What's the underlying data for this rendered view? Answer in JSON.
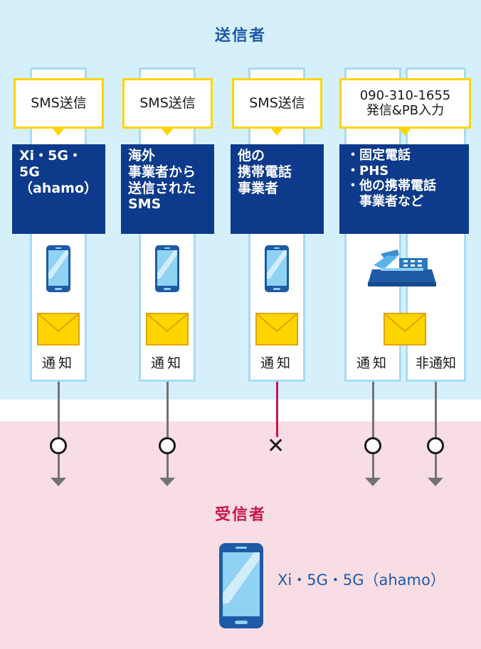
{
  "sender": {
    "title": "送信者"
  },
  "receiver": {
    "title": "受信者",
    "label": "Xi・5G・5G（ahamo）"
  },
  "columns": [
    {
      "sms": "SMS送信",
      "carrier": "Xi・5G・\n5G\n（ahamo）",
      "notify": "通知",
      "result": "ok"
    },
    {
      "sms": "SMS送信",
      "carrier": "海外\n事業者から\n送信された\nSMS",
      "notify": "通知",
      "result": "ok"
    },
    {
      "sms": "SMS送信",
      "carrier": "他の\n携帯電話\n事業者",
      "notify": "通知",
      "result": "ng"
    },
    {
      "sms": "090-310-1655\n発信&PB入力",
      "carrier": "・固定電話\n・PHS\n・他の携帯電話\n　事業者など",
      "notify": "通知",
      "notify2": "非通知",
      "result": "ok"
    }
  ],
  "colors": {
    "frame": "#a8dbf4",
    "yellow": "#ffd500",
    "navy": "#0d3a8a",
    "okline": "#737373",
    "ngline": "#c8174f"
  }
}
